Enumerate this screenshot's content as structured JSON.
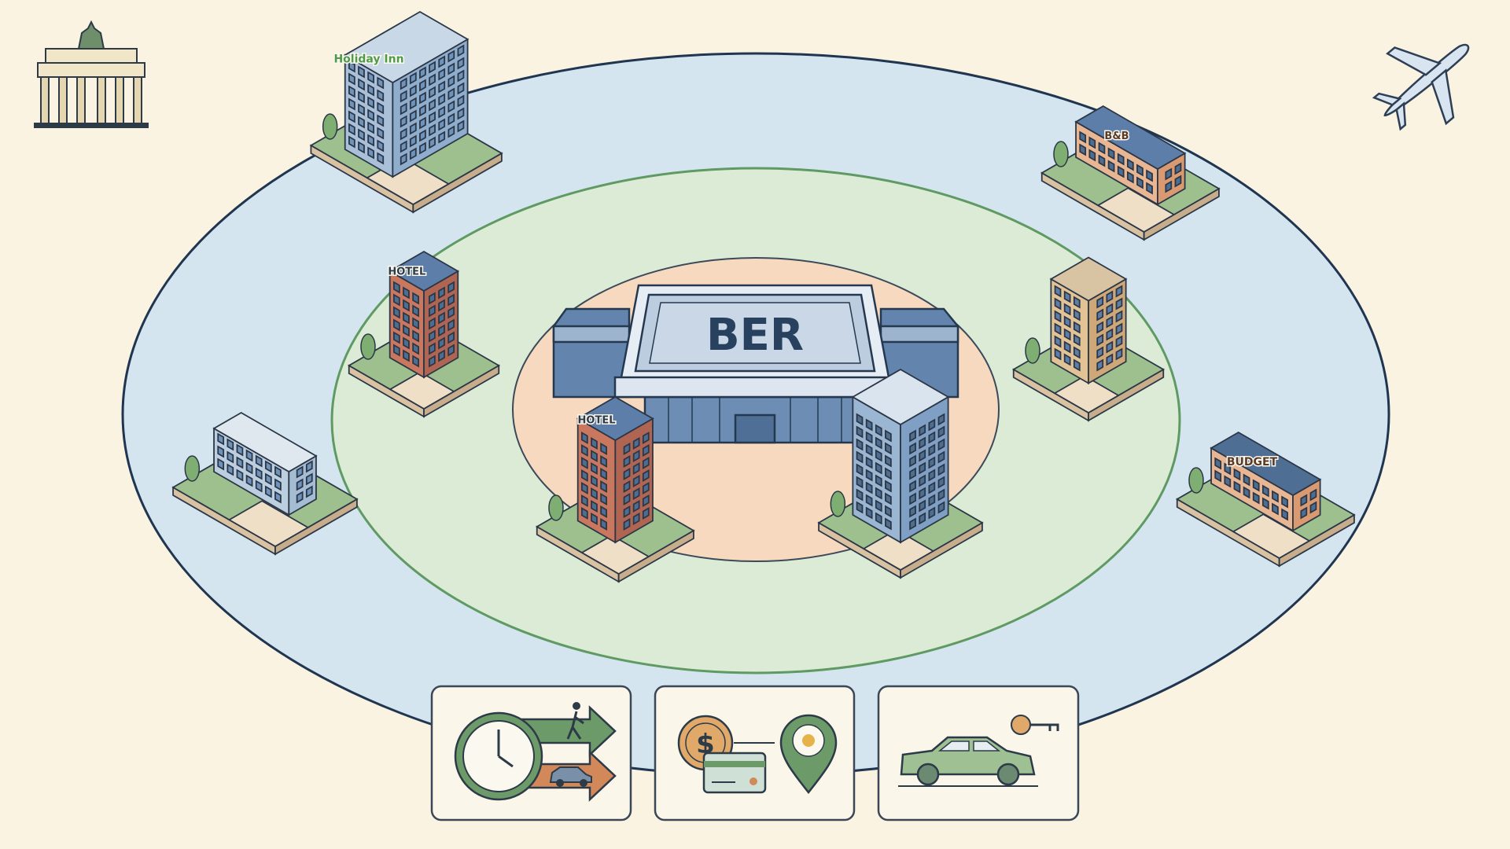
{
  "airport": {
    "code": "BER"
  },
  "hotels": [
    {
      "id": "holiday-inn",
      "sign": "Holiday Inn",
      "zone": "outer"
    },
    {
      "id": "bnb",
      "sign": "B&B",
      "zone": "outer"
    },
    {
      "id": "brick-hotel-left",
      "sign": "HOTEL",
      "zone": "middle"
    },
    {
      "id": "office-hotel-left",
      "sign": "",
      "zone": "outer"
    },
    {
      "id": "brick-hotel-bottom",
      "sign": "HOTEL",
      "zone": "middle"
    },
    {
      "id": "glass-tower",
      "sign": "",
      "zone": "middle"
    },
    {
      "id": "beige-hotel-right",
      "sign": "",
      "zone": "middle"
    },
    {
      "id": "budget-motel",
      "sign": "BUDGET",
      "zone": "outer"
    }
  ],
  "cards": [
    {
      "name": "travel-time-card",
      "icons": [
        "clock-icon",
        "walking-arrow-icon",
        "car-arrow-icon"
      ]
    },
    {
      "name": "cost-location-card",
      "icons": [
        "dollar-coin-icon",
        "credit-card-icon",
        "location-pin-sun-icon"
      ],
      "coin_symbol": "$"
    },
    {
      "name": "car-rental-card",
      "icons": [
        "car-icon",
        "key-icon"
      ]
    }
  ],
  "corner_icons": [
    "brandenburg-gate-icon",
    "airplane-icon"
  ],
  "colors": {
    "background": "#faf3e1",
    "outer_zone": "#d5e5f0",
    "middle_zone": "#dcebd6",
    "inner_zone": "#f6d9be",
    "outline": "#24384f",
    "green_ring": "#5f9a63",
    "terminal": "#5d7ea8"
  }
}
